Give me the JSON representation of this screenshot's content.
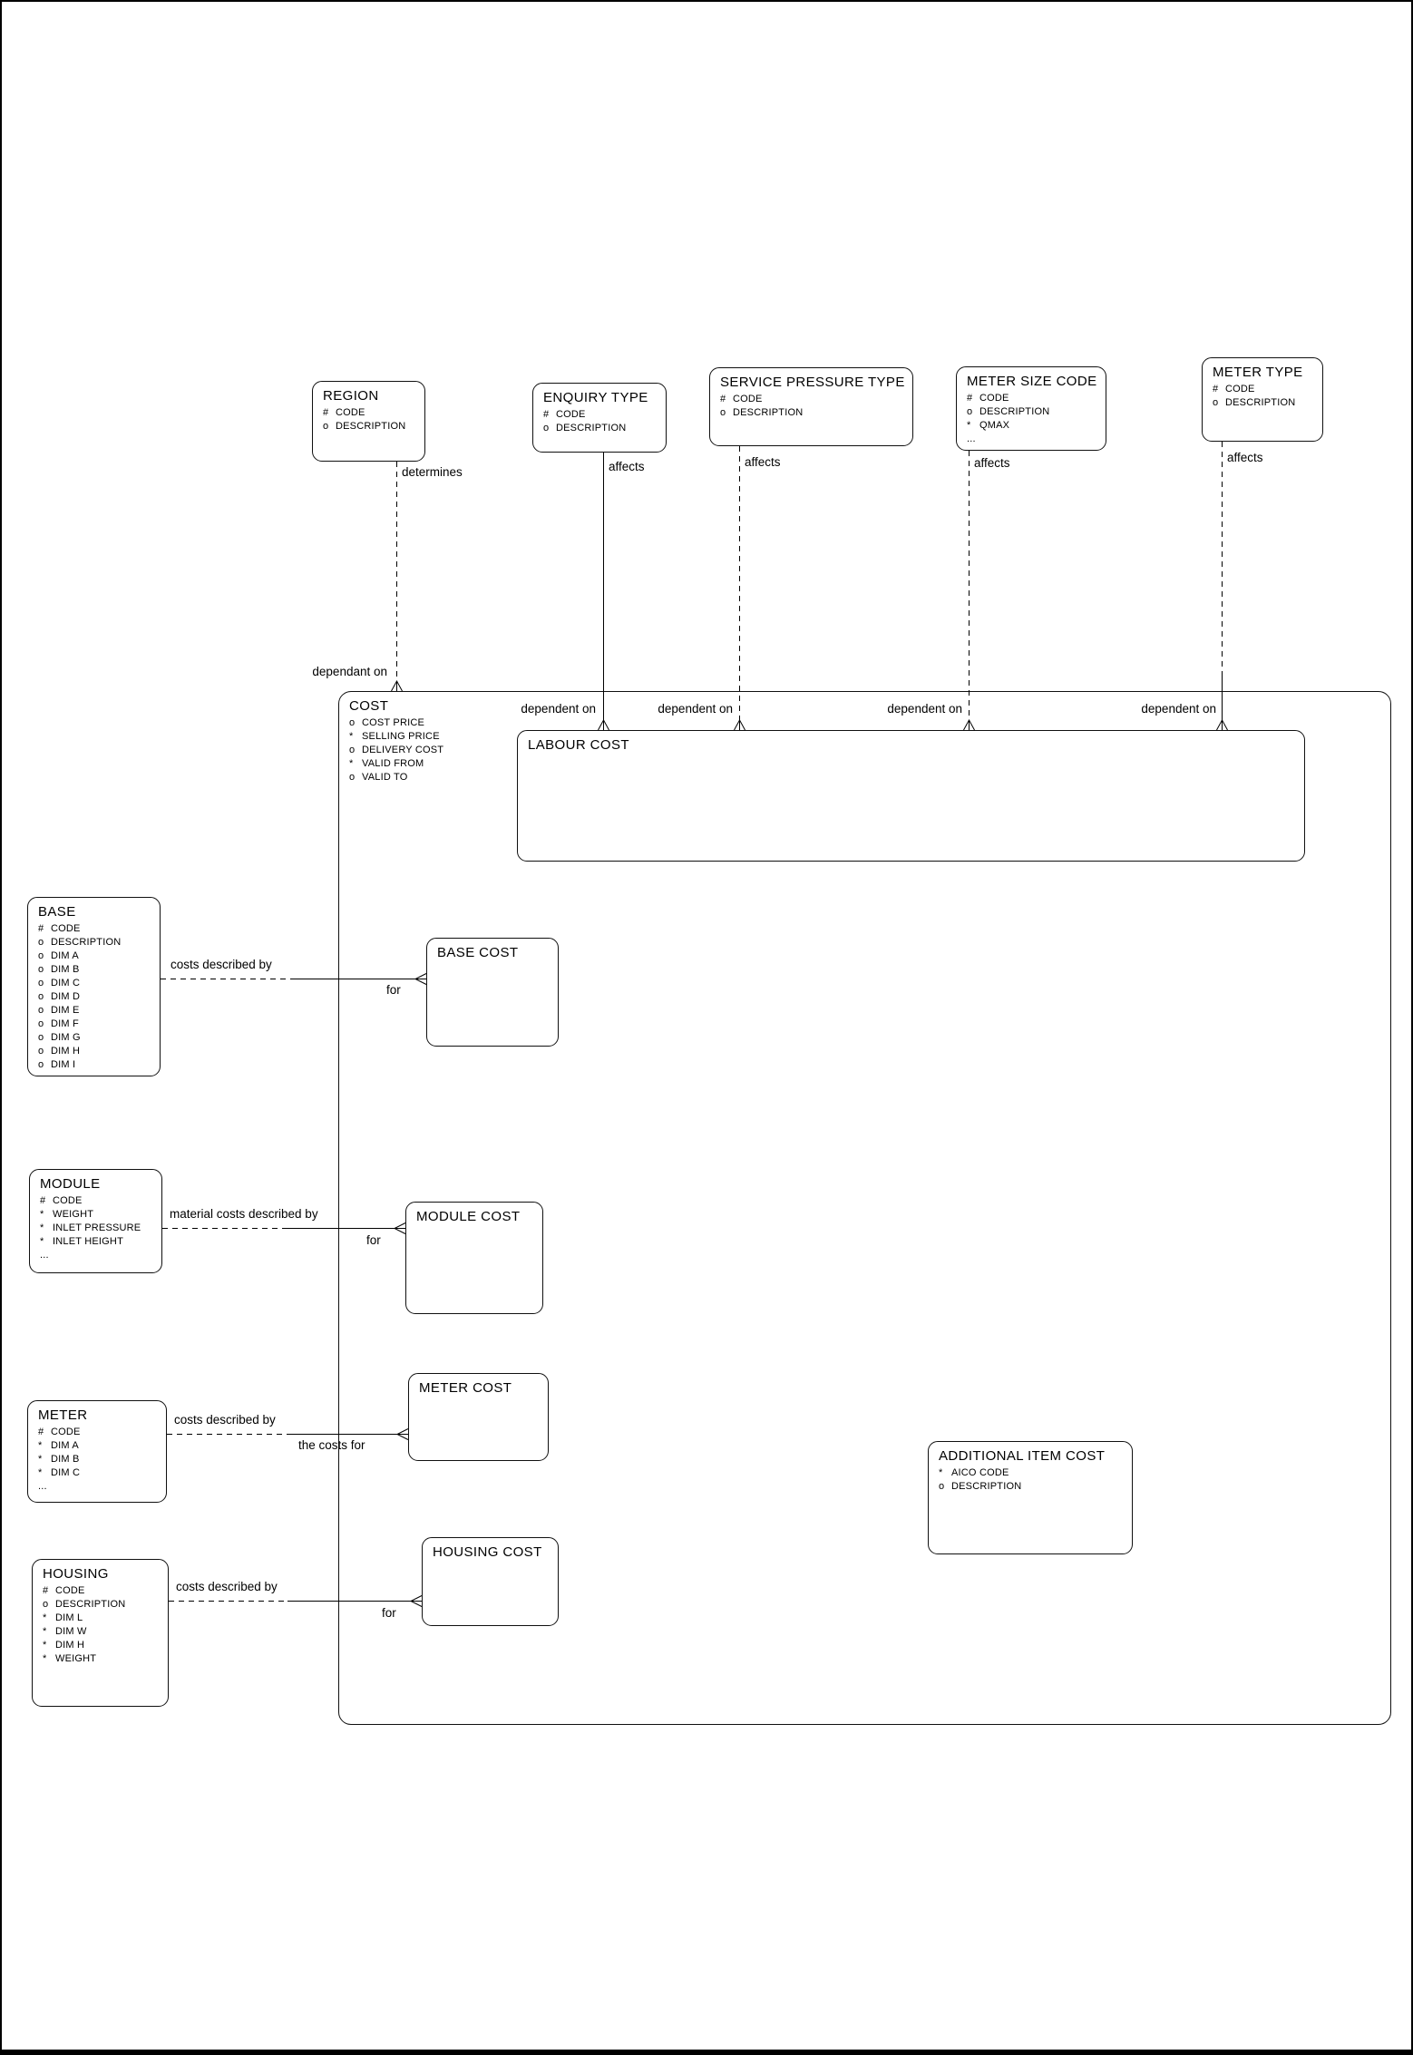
{
  "entities": {
    "region": {
      "title": "REGION",
      "attrs": [
        "# CODE",
        "o DESCRIPTION"
      ]
    },
    "enquiry_type": {
      "title": "ENQUIRY TYPE",
      "attrs": [
        "# CODE",
        "o DESCRIPTION"
      ]
    },
    "service_pressure_type": {
      "title": "SERVICE PRESSURE TYPE",
      "attrs": [
        "# CODE",
        "o DESCRIPTION"
      ]
    },
    "meter_size_code": {
      "title": "METER SIZE CODE",
      "attrs": [
        "# CODE",
        "o DESCRIPTION",
        "* QMAX",
        "..."
      ]
    },
    "meter_type": {
      "title": "METER TYPE",
      "attrs": [
        "# CODE",
        "o DESCRIPTION"
      ]
    },
    "cost": {
      "title": "COST",
      "attrs": [
        "o COST PRICE",
        "* SELLING PRICE",
        "o DELIVERY COST",
        "* VALID FROM",
        "o VALID TO"
      ]
    },
    "labour_cost": {
      "title": "LABOUR COST",
      "attrs": []
    },
    "base": {
      "title": "BASE",
      "attrs": [
        "# CODE",
        "o DESCRIPTION",
        "o DIM A",
        "o DIM B",
        "o DIM C",
        "o DIM D",
        "o DIM E",
        "o DIM F",
        "o DIM G",
        "o DIM H",
        "o DIM I"
      ]
    },
    "base_cost": {
      "title": "BASE COST",
      "attrs": []
    },
    "module": {
      "title": "MODULE",
      "attrs": [
        "# CODE",
        "* WEIGHT",
        "* INLET PRESSURE",
        "* INLET HEIGHT",
        "..."
      ]
    },
    "module_cost": {
      "title": "MODULE COST",
      "attrs": []
    },
    "meter": {
      "title": "METER",
      "attrs": [
        "# CODE",
        "* DIM A",
        "* DIM B",
        "* DIM C",
        "..."
      ]
    },
    "meter_cost": {
      "title": "METER COST",
      "attrs": []
    },
    "housing": {
      "title": "HOUSING",
      "attrs": [
        "# CODE",
        "o DESCRIPTION",
        "* DIM L",
        "* DIM W",
        "* DIM H",
        "* WEIGHT"
      ]
    },
    "housing_cost": {
      "title": "HOUSING COST",
      "attrs": []
    },
    "additional_item_cost": {
      "title": "ADDITIONAL ITEM COST",
      "attrs": [
        "* AICO CODE",
        "o DESCRIPTION"
      ]
    }
  },
  "relationships": {
    "region_cost": {
      "from_label": "determines",
      "to_label": "dependant on"
    },
    "enquiry_labour": {
      "from_label": "affects",
      "to_label": "dependent on"
    },
    "service_labour": {
      "from_label": "affects",
      "to_label": "dependent on"
    },
    "metersize_labour": {
      "from_label": "affects",
      "to_label": "dependent on"
    },
    "metertype_labour": {
      "from_label": "affects",
      "to_label": "dependent on"
    },
    "base_basecost": {
      "from_label": "costs described by",
      "to_label": "for"
    },
    "module_modulecost": {
      "from_label": "material costs described by",
      "to_label": "for"
    },
    "meter_metercost": {
      "from_label": "costs described by",
      "to_label": "the costs for"
    },
    "housing_housingcost": {
      "from_label": "costs described by",
      "to_label": "for"
    }
  },
  "colors": {
    "line": "#000000",
    "background": "#ffffff"
  }
}
